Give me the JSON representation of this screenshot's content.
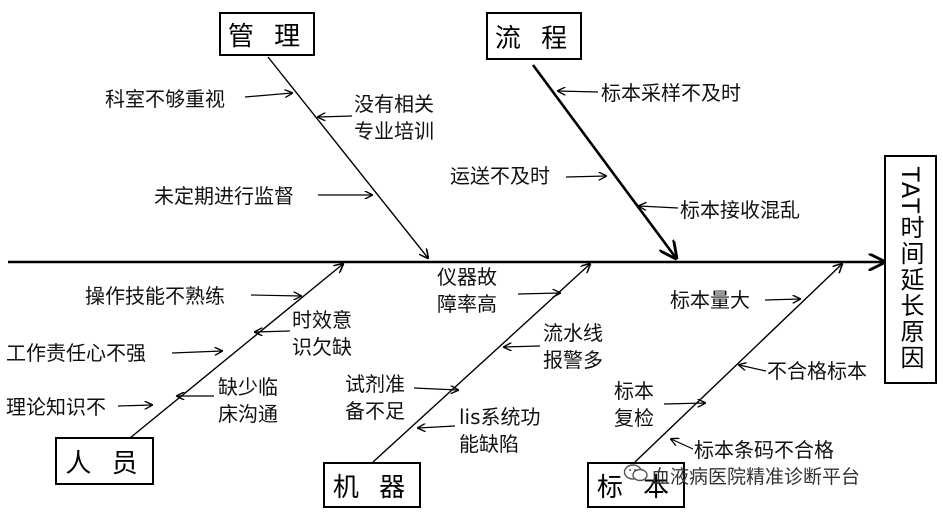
{
  "effect": "TAT时间延长原因",
  "categories": {
    "management": {
      "title": "管 理",
      "causes": [
        "科室不够重视",
        "没有相关\n专业培训",
        "未定期进行监督"
      ]
    },
    "process": {
      "title": "流 程",
      "causes": [
        "标本采样不及时",
        "运送不及时",
        "标本接收混乱"
      ]
    },
    "personnel": {
      "title": "人 员",
      "causes": [
        "操作技能不熟练",
        "时效意\n识欠缺",
        "工作责任心不强",
        "缺少临\n床沟通",
        "理论知识不"
      ]
    },
    "machine": {
      "title": "机 器",
      "causes": [
        "仪器故\n障率高",
        "流水线\n报警多",
        "试剂准\n备不足",
        "lis系统功\n能缺陷"
      ]
    },
    "specimen": {
      "title": "标 本",
      "causes": [
        "标本量大",
        "不合格标本",
        "标本\n复检",
        "标本条码不合格"
      ]
    }
  },
  "watermark": "血液病医院精准诊断平台"
}
